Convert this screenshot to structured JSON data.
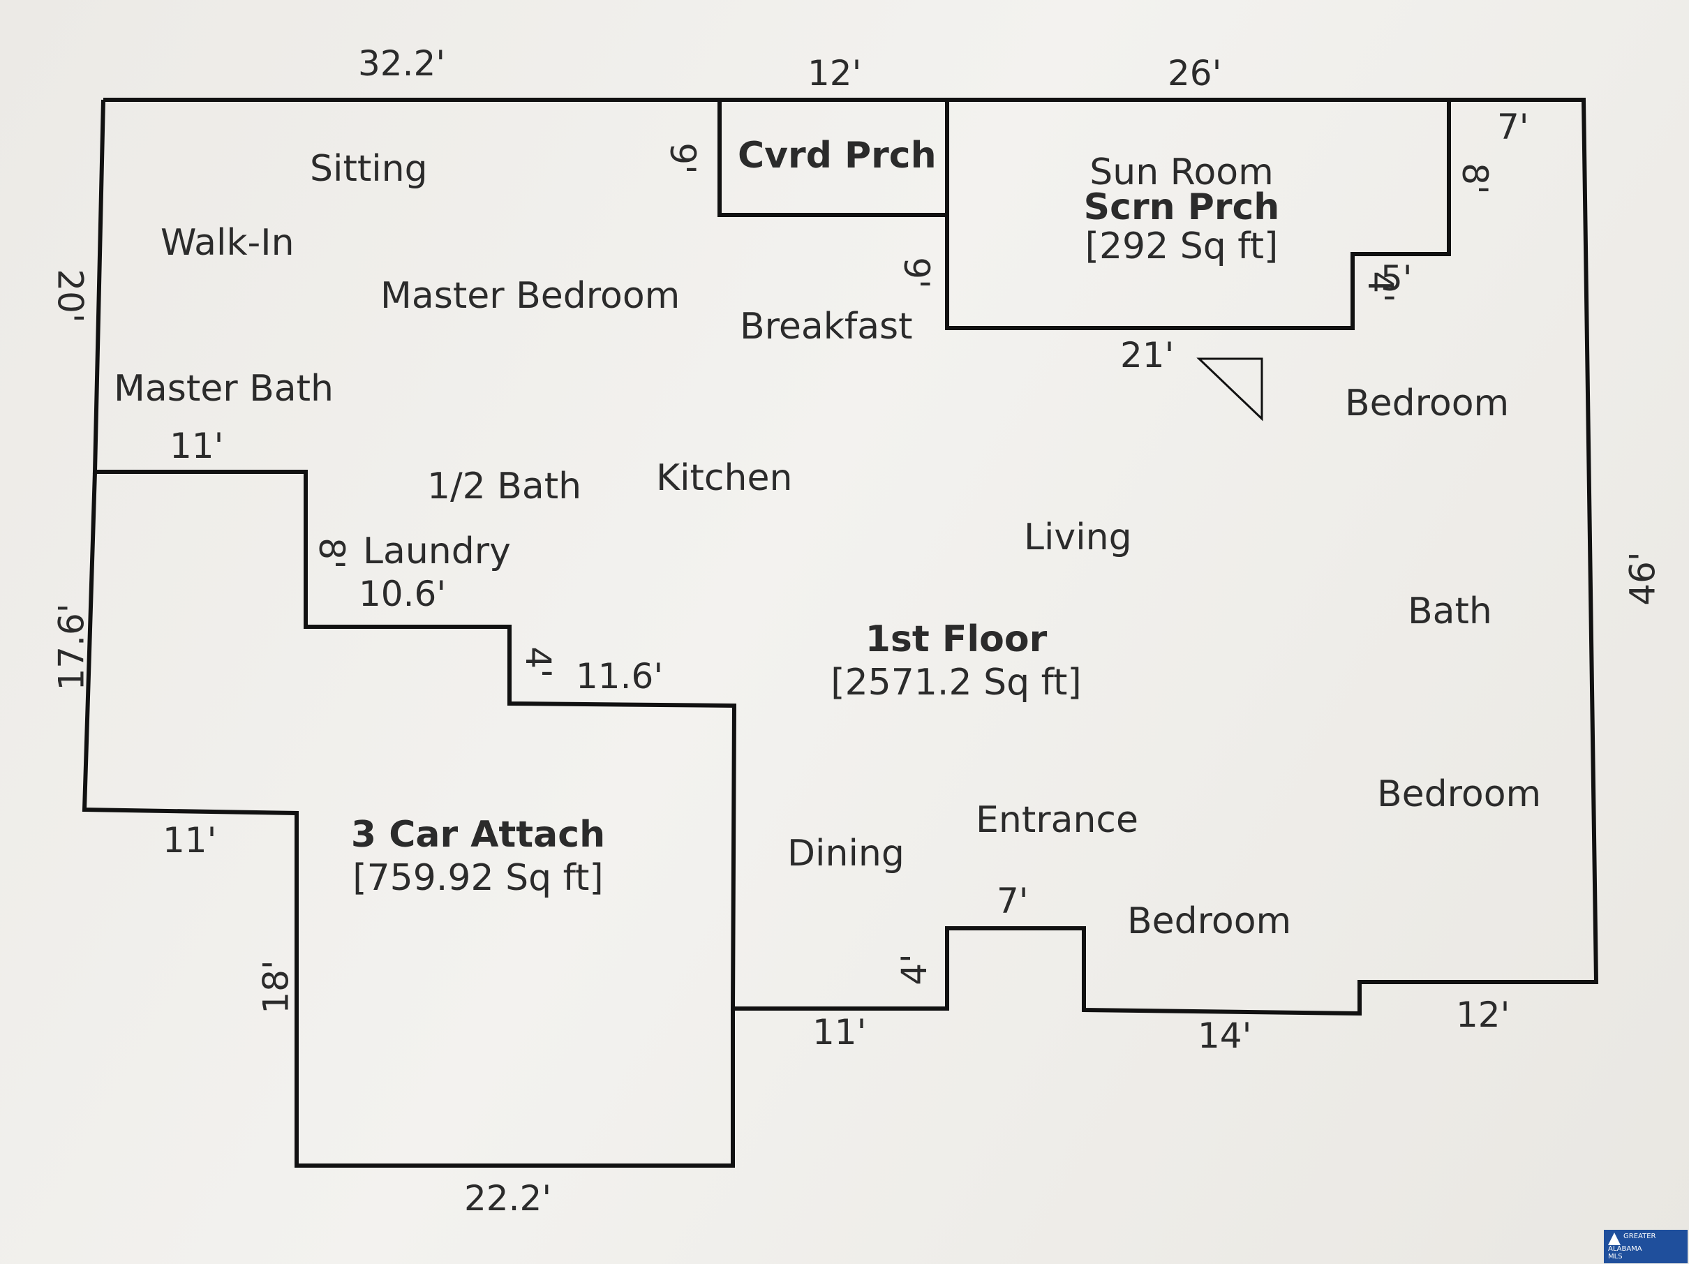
{
  "plan": {
    "line_color": "#111111",
    "rooms": {
      "sitting": "Sitting",
      "walk_in": "Walk-In",
      "master_bedroom": "Master Bedroom",
      "master_bath": "Master Bath",
      "breakfast": "Breakfast",
      "half_bath": "1/2 Bath",
      "kitchen": "Kitchen",
      "laundry": "Laundry",
      "living": "Living",
      "bedroom_1": "Bedroom",
      "bedroom_2": "Bedroom",
      "bedroom_3": "Bedroom",
      "bath": "Bath",
      "entrance": "Entrance",
      "dining": "Dining",
      "sun_room": "Sun Room"
    },
    "areas": {
      "covered_porch": {
        "name": "Cvrd Prch"
      },
      "screen_porch": {
        "name": "Scrn Prch",
        "size": "[292 Sq ft]"
      },
      "first_floor": {
        "name": "1st Floor",
        "size": "[2571.2 Sq ft]"
      },
      "garage": {
        "name": "3 Car Attach",
        "size": "[759.92 Sq ft]"
      }
    },
    "dimensions": {
      "top_left": "32.2'",
      "top_porch": "12'",
      "top_right": "26'",
      "top_corner": "7'",
      "porch_side": "9'",
      "porch_side_2": "9'",
      "right_notch": "8'",
      "sun_notch_h": "5'",
      "sun_notch_v": "4'",
      "sun_bottom": "21'",
      "left_upper": "20'",
      "master_bath_ledge": "11'",
      "laundry_v": "8'",
      "laundry_h": "10.6'",
      "step_v": "4'",
      "step_h": "11.6'",
      "left_mid": "17.6'",
      "garage_ledge": "11'",
      "garage_side": "18'",
      "garage_bottom": "22.2'",
      "dining_bottom": "11'",
      "entry_v": "4'",
      "entry_top": "7'",
      "bedroom_bottom": "14'",
      "right_bottom": "12'",
      "right_side": "46'"
    }
  },
  "watermark": {
    "line1": "GREATER",
    "line2": "ALABAMA",
    "line3": "MLS"
  }
}
